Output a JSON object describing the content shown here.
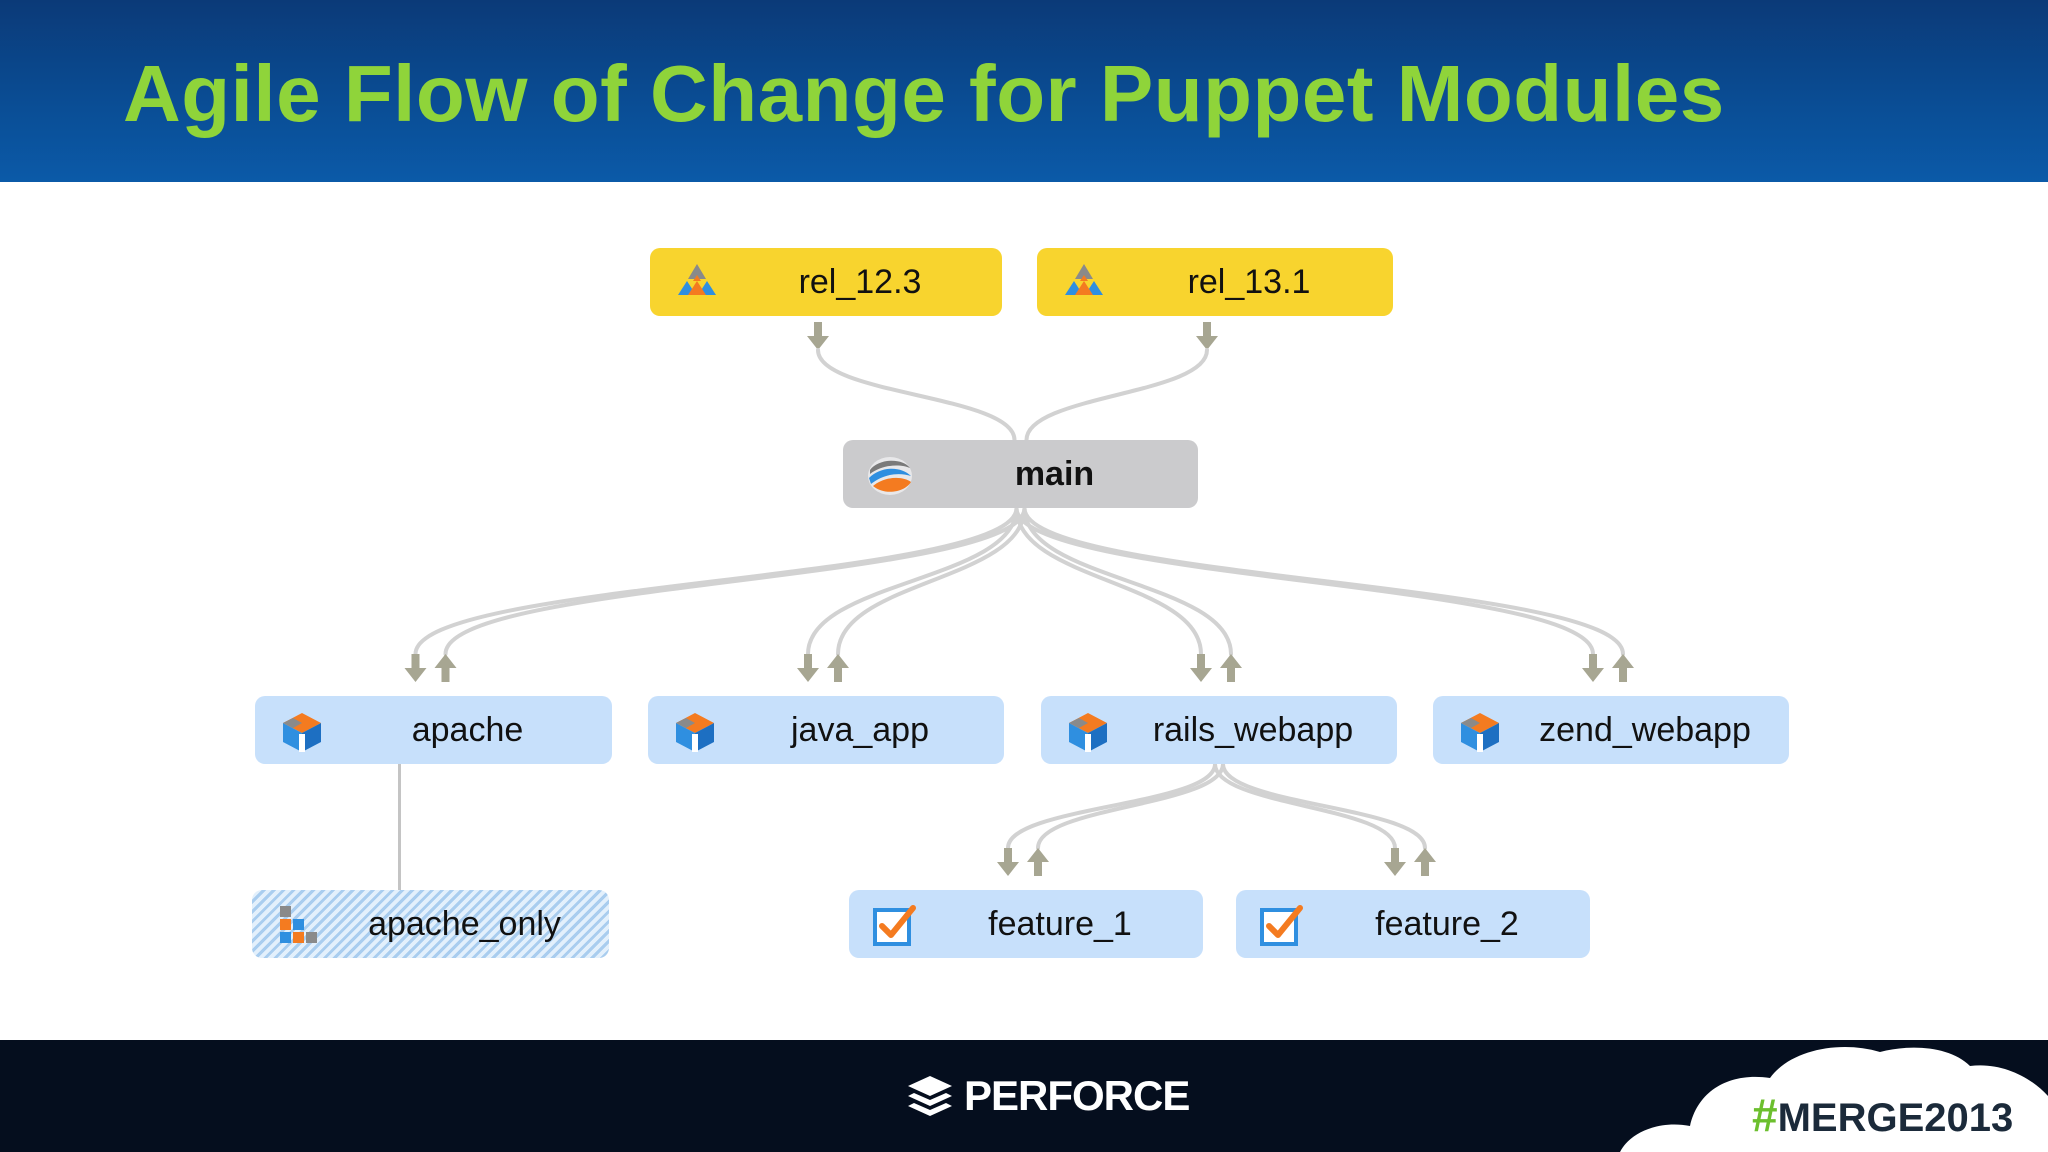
{
  "title": "Agile Flow of Change for Puppet Modules",
  "nodes": {
    "rel_12_3": {
      "label": "rel_12.3",
      "type": "release",
      "icon": "release-triangles-icon"
    },
    "rel_13_1": {
      "label": "rel_13.1",
      "type": "release",
      "icon": "release-triangles-icon"
    },
    "main": {
      "label": "main",
      "type": "mainline",
      "icon": "mainline-swirl-icon"
    },
    "apache": {
      "label": "apache",
      "type": "development",
      "icon": "cube-icon"
    },
    "java_app": {
      "label": "java_app",
      "type": "development",
      "icon": "cube-icon"
    },
    "rails_webapp": {
      "label": "rails_webapp",
      "type": "development",
      "icon": "cube-icon"
    },
    "zend_webapp": {
      "label": "zend_webapp",
      "type": "development",
      "icon": "cube-icon"
    },
    "apache_only": {
      "label": "apache_only",
      "type": "virtual",
      "icon": "blocks-icon"
    },
    "feature_1": {
      "label": "feature_1",
      "type": "task",
      "icon": "checkbox-icon"
    },
    "feature_2": {
      "label": "feature_2",
      "type": "task",
      "icon": "checkbox-icon"
    }
  },
  "edges": [
    {
      "from": "rel_12_3",
      "to": "main",
      "flow": "merge-down"
    },
    {
      "from": "rel_13_1",
      "to": "main",
      "flow": "merge-down"
    },
    {
      "from": "main",
      "to": "apache",
      "flow": "bidirectional"
    },
    {
      "from": "main",
      "to": "java_app",
      "flow": "bidirectional"
    },
    {
      "from": "main",
      "to": "rails_webapp",
      "flow": "bidirectional"
    },
    {
      "from": "main",
      "to": "zend_webapp",
      "flow": "bidirectional"
    },
    {
      "from": "rails_webapp",
      "to": "feature_1",
      "flow": "bidirectional"
    },
    {
      "from": "rails_webapp",
      "to": "feature_2",
      "flow": "bidirectional"
    },
    {
      "from": "apache",
      "to": "apache_only",
      "flow": "none"
    }
  ],
  "footer": {
    "brand": "PERFORCE",
    "brand_icon": "perforce-stack-icon",
    "hashtag_symbol": "#",
    "hashtag_text": "MERGE2013"
  },
  "colors": {
    "title": "#8fd43a",
    "header_bg": "#0a4e96",
    "footer_bg": "#050e1e",
    "release": "#f8d42e",
    "mainline": "#cbcbcd",
    "development": "#c7e0fb",
    "edge": "#d2d2d2",
    "arrow": "#a7a692",
    "hashtag": "#6cbf2e"
  }
}
